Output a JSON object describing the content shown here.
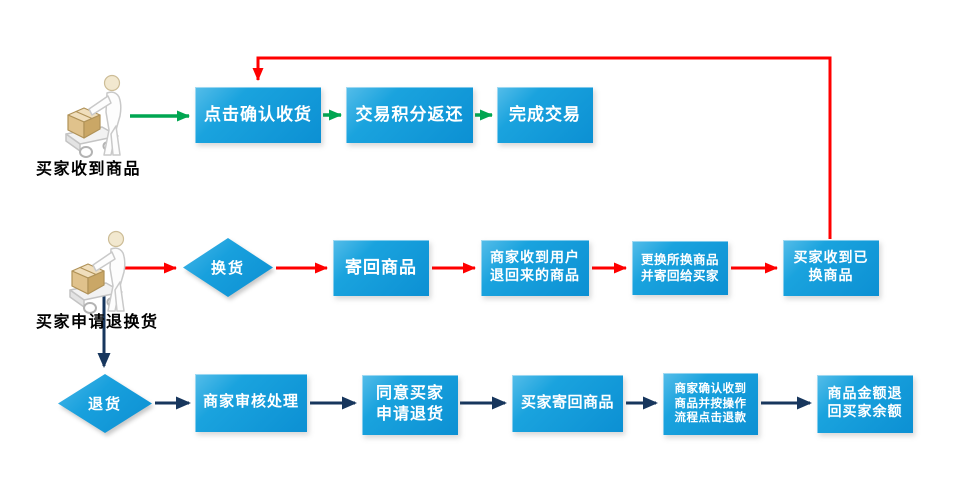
{
  "diagram": {
    "title_implicit": "订单收货与退换货流程图",
    "colors": {
      "node_blue_light": "#55bde9",
      "node_blue_dark": "#0c90d3",
      "arrow_green": "#00a651",
      "arrow_red": "#ff0000",
      "arrow_navy": "#17365d",
      "text_white": "#ffffff",
      "label_black": "#000000"
    },
    "receive_flow": {
      "actor": "买家收到商品",
      "step_confirm": "点击确认收货",
      "step_points": "交易积分返还",
      "step_complete": "完成交易"
    },
    "exchange_flow": {
      "actor": "买家申请退换货",
      "decision": "换货",
      "step_sendback": "寄回商品",
      "step_merchant_receive": "商家收到用户\n退回来的商品",
      "step_replace": "更换所换商品\n并寄回给买家",
      "step_buyer_receive": "买家收到已\n换商品"
    },
    "return_flow": {
      "decision": "退货",
      "step_review": "商家审核处理",
      "step_agree": "同意买家\n申请退货",
      "step_buyer_sendback": "买家寄回商品",
      "step_confirm_refund": "商家确认收到\n商品并按操作\n流程点击退款",
      "step_refund_balance": "商品金额退\n回买家余额"
    },
    "icons": {
      "actor_icon": "person-pushing-cart-with-box"
    }
  }
}
